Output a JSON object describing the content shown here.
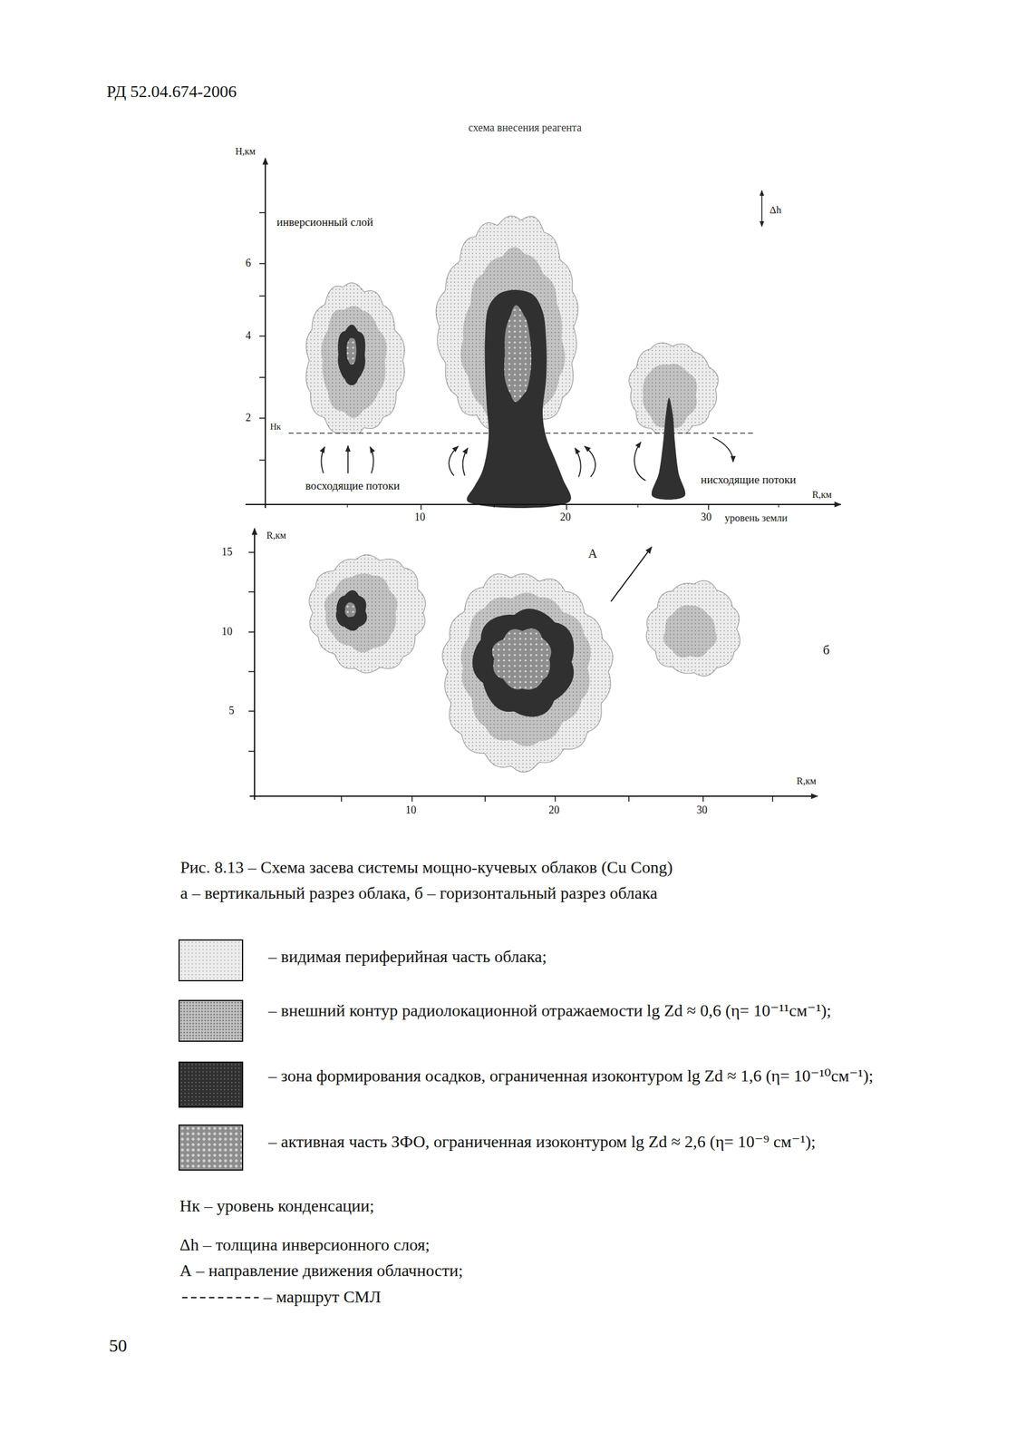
{
  "diagram": {
    "title": "схема внесения реагента",
    "caption": "Рис. 8.13 – Схема засева системы мощно-кучевых облаков (Cu Cong)",
    "labels": [
      "РД 52.04.674-2006",
      "Н,км",
      "инверсионный слой",
      "Δh",
      "6",
      "4",
      "2",
      "Нк",
      "восходящие потоки",
      "нисходящие потоки",
      "R,км",
      "10",
      "20",
      "30",
      "уровень земли",
      "15",
      "R,км",
      "А",
      "10",
      "б",
      "5",
      "R,км",
      "10",
      "20",
      "30",
      "а – вертикальный разрез облака, б – горизонтальный разрез облака",
      "Нк – уровень конденсации;",
      "Δh – толщина инверсионного слоя;",
      "А – направление движения облачности;",
      "50"
    ],
    "legend": [
      {
        "text": "– видимая периферийная часть облака;",
        "color": "#ececec"
      },
      {
        "text": "– внешний контур радиолокационной отражаемости lg Zd ≈ 0,6 (η= 10⁻¹¹см⁻¹);",
        "color": "#c2c2c2"
      },
      {
        "text": "– зона формирования осадков, ограниченная изоконтуром lg Zd ≈ 1,6 (η= 10⁻¹⁰см⁻¹);",
        "color": "#303030"
      },
      {
        "text": "– активная часть ЗФО, ограниченная изоконтуром lg Zd ≈ 2,6 (η= 10⁻⁹ см⁻¹);",
        "color": "#8e8e8e"
      },
      {
        "text": "– маршрут СМЛ"
      }
    ]
  }
}
